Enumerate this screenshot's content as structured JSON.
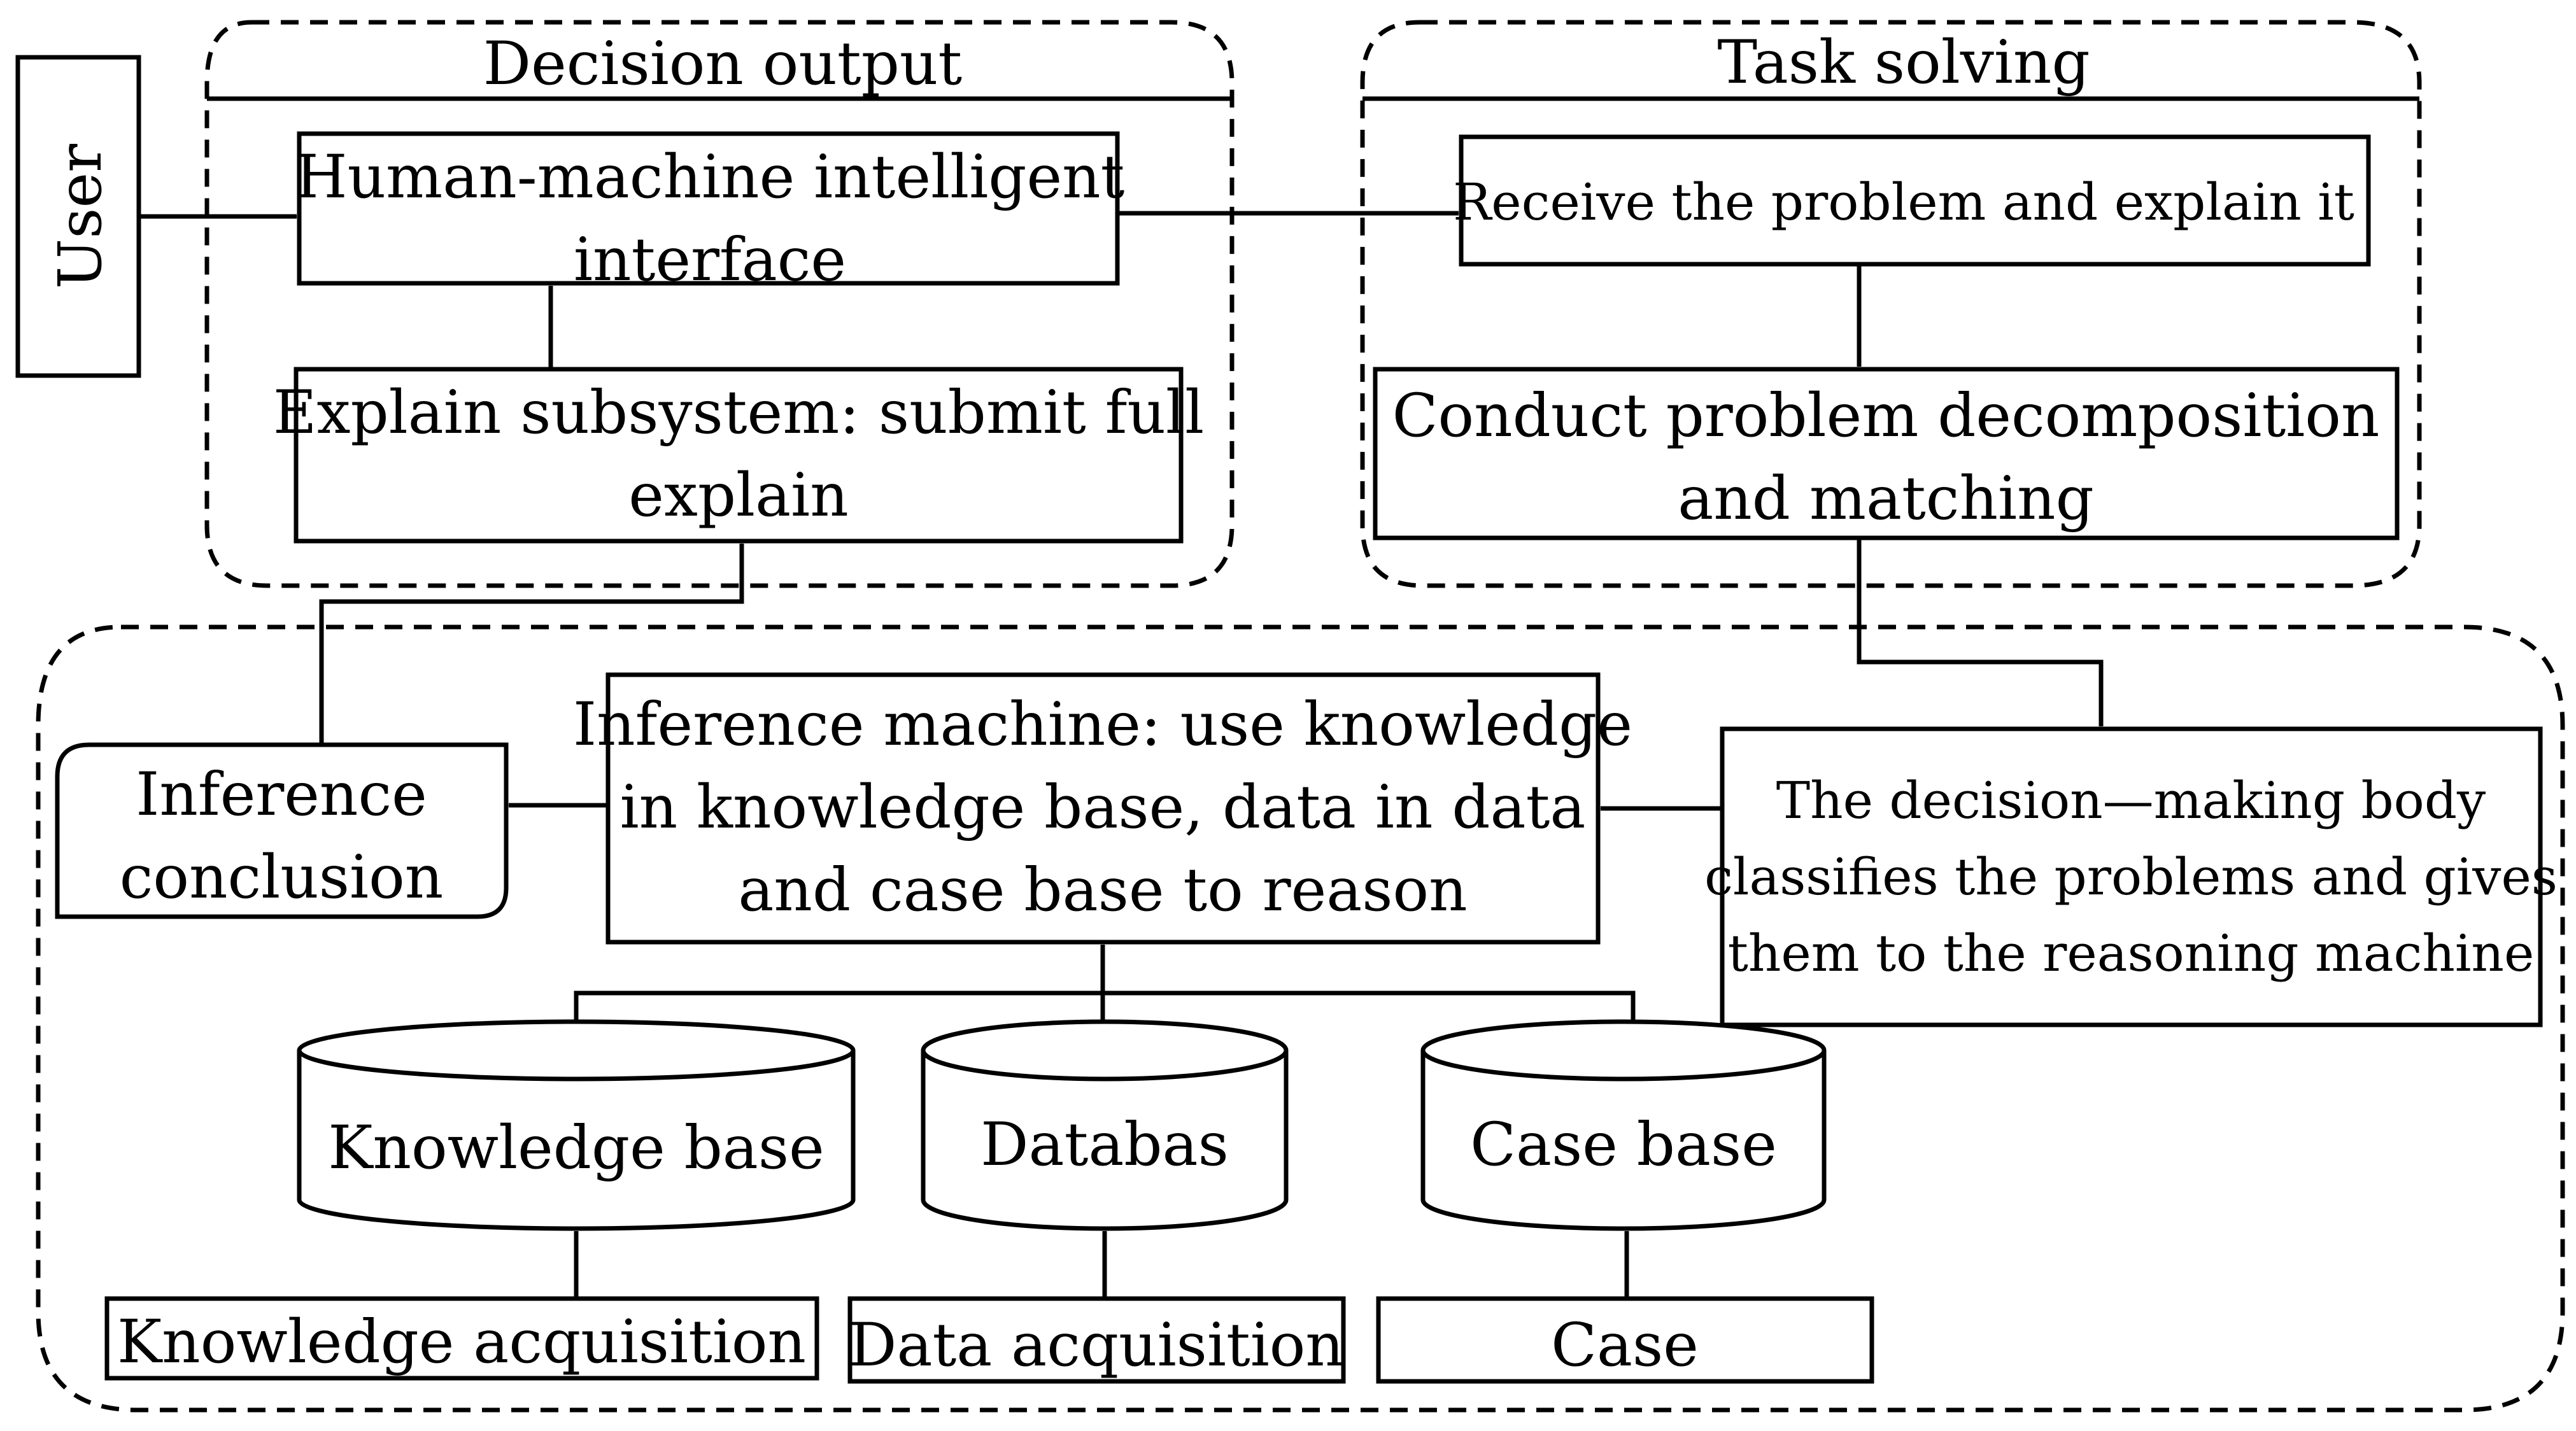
{
  "groups": {
    "decision_output": "Decision output",
    "task_solving": "Task solving"
  },
  "user": "User",
  "hmi": {
    "line1": "Human-machine intelligent",
    "line2": "interface"
  },
  "explain": {
    "line1": "Explain subsystem: submit full",
    "line2": "explain"
  },
  "receive": "Receive the problem and explain it",
  "decompose": {
    "line1": "Conduct problem decomposition",
    "line2": "and matching"
  },
  "decision_body": {
    "line1": "The decision—making body",
    "line2": "classifies the problems and gives",
    "line3": "them to the reasoning machine"
  },
  "inference_machine": {
    "line1": "Inference machine: use knowledge",
    "line2": "in knowledge base, data in data",
    "line3": "and case base to reason"
  },
  "inference_conclusion": {
    "line1": "Inference",
    "line2": "conclusion"
  },
  "stores": {
    "knowledge_base": "Knowledge base",
    "database": "Databas",
    "case_base": "Case base"
  },
  "acquisition": {
    "knowledge": "Knowledge acquisition",
    "data": "Data acquisition",
    "case": "Case"
  }
}
